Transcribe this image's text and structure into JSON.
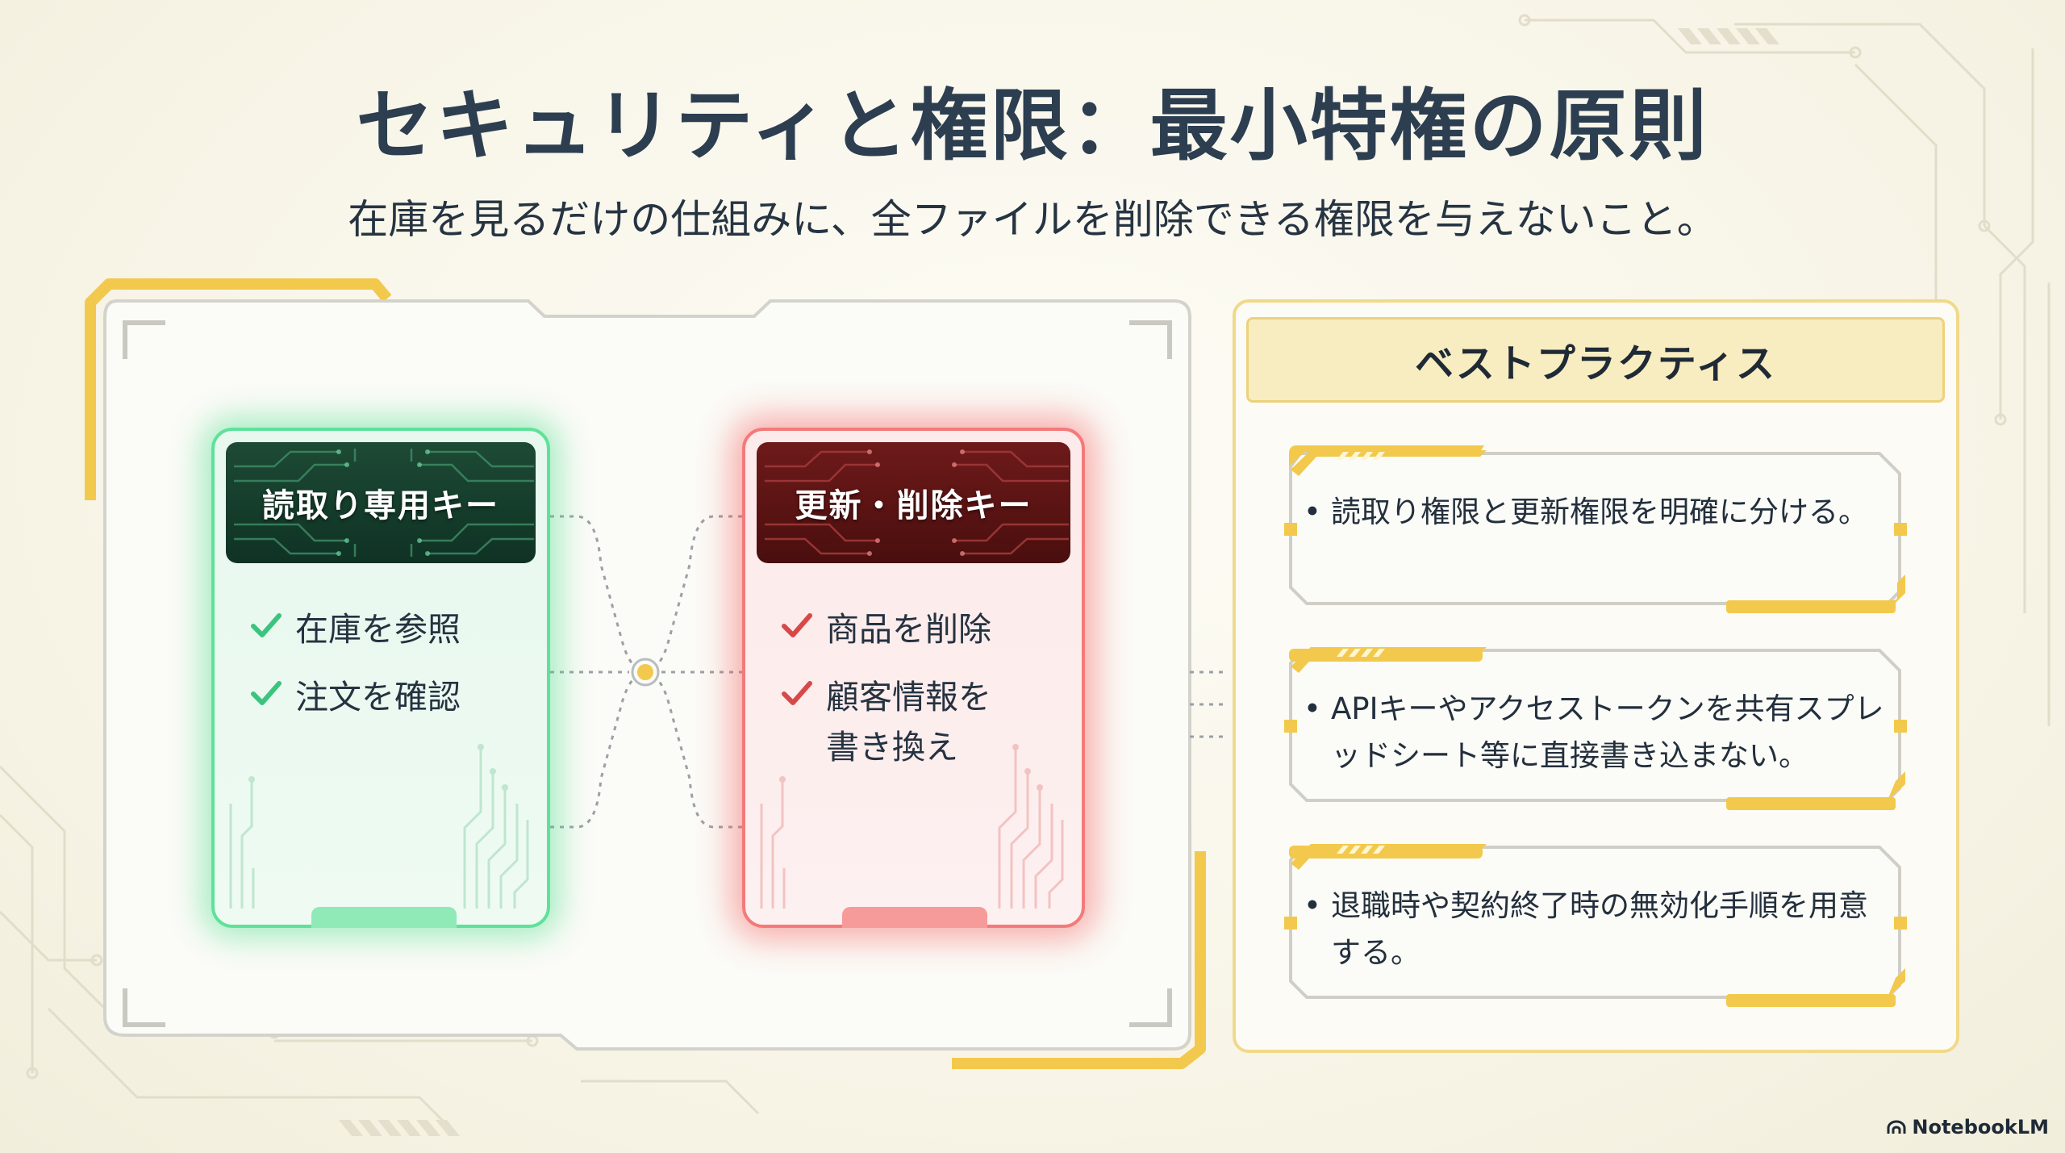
{
  "title": "セキュリティと権限：最小特権の原則",
  "subtitle": "在庫を見るだけの仕組みに、全ファイルを削除できる権限を与えないこと。",
  "read_key": {
    "label": "読取り専用キー",
    "accent": "#3ddc84",
    "items": [
      "在庫を参照",
      "注文を確認"
    ]
  },
  "write_key": {
    "label": "更新・削除キー",
    "accent": "#f05454",
    "items": [
      "商品を削除",
      "顧客情報を\n書き換え"
    ]
  },
  "best_practices": {
    "title": "ベストプラクティス",
    "accent": "#f2c94c",
    "items": [
      "読取り権限と更新権限を明確に分ける。",
      "APIキーやアクセストークンを共有スプレッドシート等に直接書き込まない。",
      "退職時や契約終了時の無効化手順を用意する。"
    ]
  },
  "brand": "NotebookLM"
}
